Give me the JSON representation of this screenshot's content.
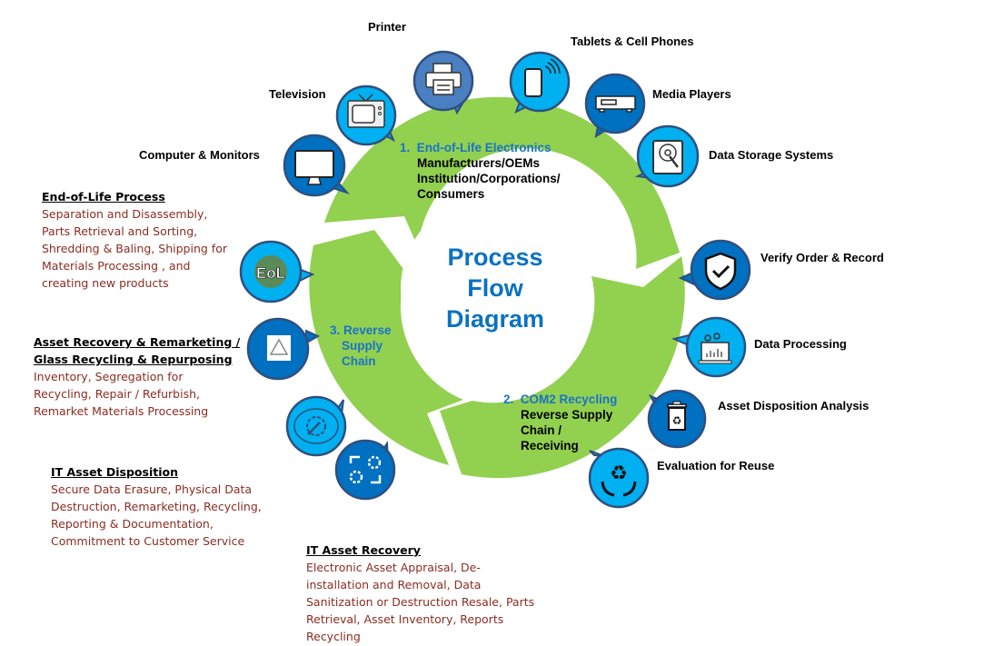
{
  "center_title": [
    "Process",
    "Flow",
    "Diagram"
  ],
  "colors": {
    "ring_green": "#92d050",
    "bubble_light": "#00b0f0",
    "bubble_dark": "#0070c0",
    "bubble_mid": "#4a7fc1",
    "bubble_border": "#2f4f7f",
    "title_blue": "#0b72c0",
    "desc_text": "#8b2c22"
  },
  "stages": {
    "one": {
      "number": "1.",
      "title": "End-of-Life Electronics",
      "lines": [
        "Manufacturers/OEMs",
        "Institution/Corporations/",
        "Consumers"
      ]
    },
    "two": {
      "number": "2.",
      "title": "COM2 Recycling",
      "lines": [
        "Reverse Supply",
        "Chain /",
        "Receiving"
      ]
    },
    "three": {
      "lines": [
        "3. Reverse",
        "Supply",
        "Chain"
      ]
    }
  },
  "items": {
    "printer": "Printer",
    "tablets": "Tablets & Cell Phones",
    "television": "Television",
    "media": "Media Players",
    "computers": "Computer & Monitors",
    "storage": "Data Storage Systems",
    "verify": "Verify Order & Record",
    "data_processing": "Data Processing",
    "asset_disposition": "Asset Disposition Analysis",
    "evaluation": "Evaluation for Reuse"
  },
  "icons": {
    "printer": "printer-icon",
    "tablets": "mobile-phone-icon",
    "television": "television-icon",
    "media": "media-player-icon",
    "computers": "monitor-icon",
    "storage": "hard-drive-icon",
    "verify": "shield-check-icon",
    "data_processing": "laptop-gears-icon",
    "asset_disposition": "recycle-bin-icon",
    "evaluation": "recycle-hands-icon",
    "eol": "eol-icon",
    "glass": "recycle-triangle-icon",
    "itad": "wrench-gear-icon",
    "itar": "gears-cycle-icon",
    "eol_text": "EoL"
  },
  "descriptions": {
    "eol": {
      "head": "End-of-Life Process",
      "lines": [
        "Separation and Disassembly,",
        "Parts Retrieval and Sorting,",
        "Shredding & Baling, Shipping for",
        "Materials Processing , and",
        "creating new products"
      ]
    },
    "asset": {
      "head": [
        "Asset Recovery & Remarketing /",
        "Glass Recycling & Repurposing"
      ],
      "lines": [
        "Inventory, Segregation for",
        "Recycling, Repair / Refurbish,",
        "Remarket Materials Processing"
      ]
    },
    "itad": {
      "head": "IT Asset Disposition",
      "lines": [
        "Secure Data Erasure, Physical Data",
        "Destruction, Remarketing, Recycling,",
        "Reporting & Documentation,",
        "Commitment to Customer Service"
      ]
    },
    "itar": {
      "head": "IT Asset Recovery",
      "lines": [
        "Electronic Asset Appraisal, De-",
        "installation and Removal, Data",
        "Sanitization or Destruction Resale, Parts",
        "Retrieval, Asset Inventory, Reports",
        "Recycling"
      ]
    }
  }
}
